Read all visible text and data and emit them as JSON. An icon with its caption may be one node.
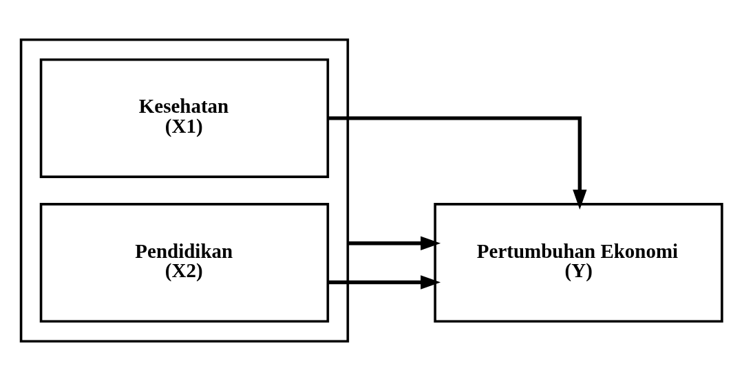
{
  "diagram": {
    "nodes": [
      {
        "text": [],
        "shape": "box"
      },
      {
        "text": [
          "Kesehatan (X1)"
        ],
        "in": 0
      },
      {
        "text": [
          "Pendidikan (X2)"
        ],
        "in": 0
      },
      {
        "text": [
          "Pertumbuhan Ekonomi (Y)"
        ]
      }
    ],
    "edges": [
      {
        "from": 1,
        "to": 3,
        "arrow": "to"
      },
      {
        "from": 2,
        "to": 3,
        "arrow": "to"
      },
      {
        "from": 0,
        "to": 3,
        "arrow": "to"
      }
    ]
  }
}
